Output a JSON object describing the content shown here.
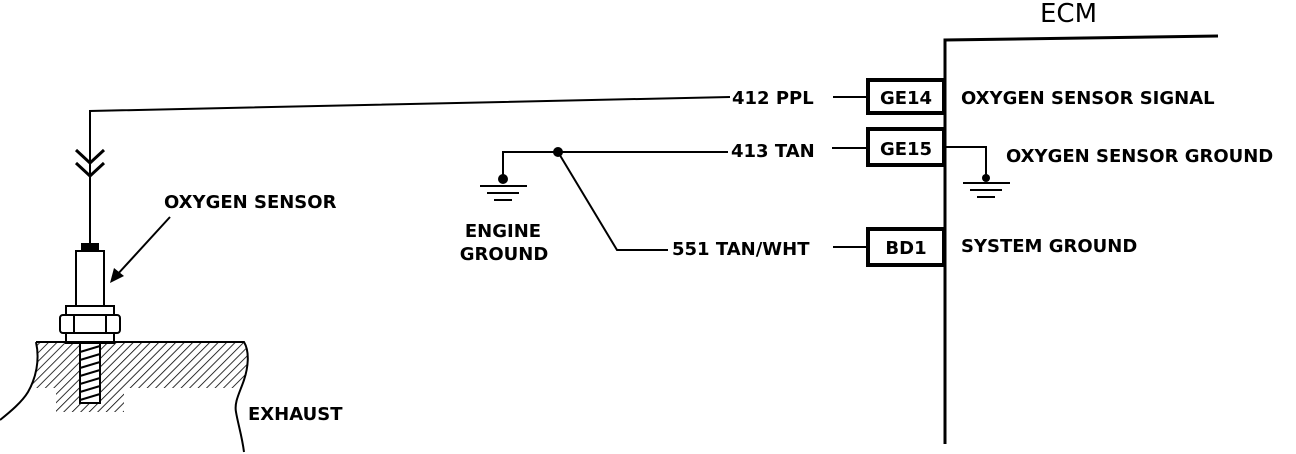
{
  "ecm": {
    "title": "ECM"
  },
  "pins": [
    {
      "id": "GE14",
      "wire": "412 PPL",
      "description": "OXYGEN SENSOR SIGNAL"
    },
    {
      "id": "GE15",
      "wire": "413 TAN",
      "description": "OXYGEN SENSOR GROUND"
    },
    {
      "id": "BD1",
      "wire": "551 TAN/WHT",
      "description": "SYSTEM GROUND"
    }
  ],
  "labels": {
    "oxygen_sensor": "OXYGEN SENSOR",
    "engine_ground_line1": "ENGINE",
    "engine_ground_line2": "GROUND",
    "exhaust": "EXHAUST"
  },
  "colors": {
    "line": "#000000",
    "background": "#ffffff"
  }
}
